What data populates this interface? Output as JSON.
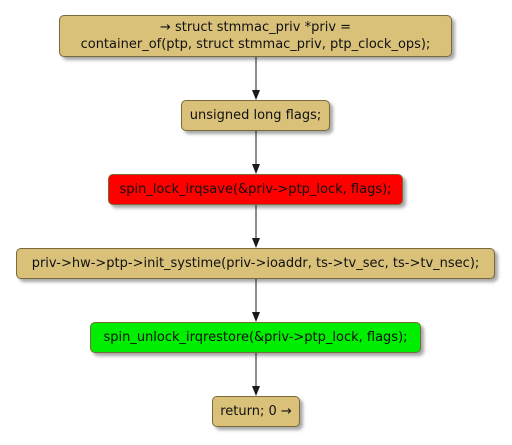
{
  "colors": {
    "default": "#d9c17a",
    "lock": "#ff0000",
    "unlock": "#00ee00",
    "arrow": "#1a1a1a"
  },
  "nodes": [
    {
      "id": "n0",
      "lines": [
        "→ struct stmmac_priv *priv =",
        "container_of(ptp, struct stmmac_priv, ptp_clock_ops);"
      ],
      "kind": "default"
    },
    {
      "id": "n1",
      "lines": [
        "unsigned long flags;"
      ],
      "kind": "default"
    },
    {
      "id": "n2",
      "lines": [
        "spin_lock_irqsave(&priv->ptp_lock, flags);"
      ],
      "kind": "lock"
    },
    {
      "id": "n3",
      "lines": [
        "priv->hw->ptp->init_systime(priv->ioaddr, ts->tv_sec, ts->tv_nsec);"
      ],
      "kind": "default"
    },
    {
      "id": "n4",
      "lines": [
        "spin_unlock_irqrestore(&priv->ptp_lock, flags);"
      ],
      "kind": "unlock"
    },
    {
      "id": "n5",
      "lines": [
        "return; 0 →"
      ],
      "kind": "default"
    }
  ],
  "edges": [
    [
      "n0",
      "n1"
    ],
    [
      "n1",
      "n2"
    ],
    [
      "n2",
      "n3"
    ],
    [
      "n3",
      "n4"
    ],
    [
      "n4",
      "n5"
    ]
  ]
}
